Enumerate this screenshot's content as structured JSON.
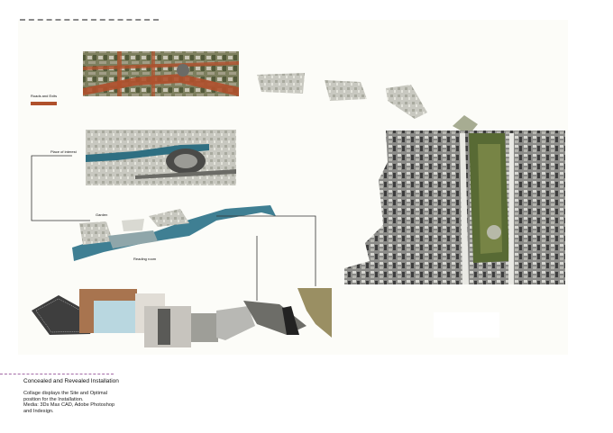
{
  "labels": {
    "roads_exits": "Roads and Exits",
    "place_of_interest": "Place of interest",
    "garden": "Garden",
    "reading_room": "Reading room"
  },
  "caption": {
    "title": "Concealed and Revealed Installation",
    "lines": [
      "Collage displays the Site and Optimal",
      "position for the Installation.",
      "Media: 3Ds Max CAD, Adobe Photoshop",
      "and Indesign."
    ]
  },
  "colors": {
    "road_red": "#b0502c",
    "water_blue": "#3f7f93",
    "aerial_green": "#6f7a4e",
    "divider_purple": "#a36aa6"
  }
}
